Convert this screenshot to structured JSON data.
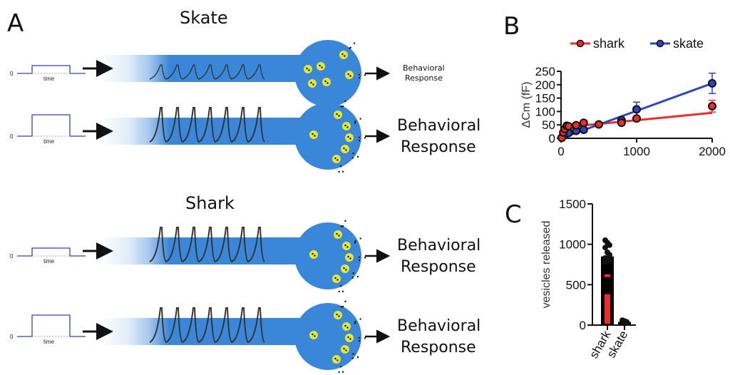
{
  "panel_a": {
    "letter": "A",
    "skate_title": "Skate",
    "shark_title": "Shark",
    "stimulus_zero_label": "0",
    "stimulus_time_label": "time",
    "rows": [
      {
        "species": "skate",
        "stimulus": "low",
        "spikes": 7,
        "spike_size": "small",
        "vesicles_released": 2,
        "response_line1": "Behavioral",
        "response_line2": "Response",
        "response_size": "small"
      },
      {
        "species": "skate",
        "stimulus": "high",
        "spikes": 7,
        "spike_size": "large",
        "vesicles_released": 5,
        "response_line1": "Behavioral",
        "response_line2": "Response",
        "response_size": "large"
      },
      {
        "species": "shark",
        "stimulus": "low",
        "spikes": 7,
        "spike_size": "large",
        "vesicles_released": 5,
        "response_line1": "Behavioral",
        "response_line2": "Response",
        "response_size": "large"
      },
      {
        "species": "shark",
        "stimulus": "high",
        "spikes": 7,
        "spike_size": "large",
        "vesicles_released": 5,
        "response_line1": "Behavioral",
        "response_line2": "Response",
        "response_size": "large"
      }
    ],
    "colors": {
      "axon": "#3a86d8",
      "vesicle": "#e3e63a",
      "stimulus": "#3344aa",
      "spike": "#333333"
    }
  },
  "chart_data": [
    {
      "panel": "B",
      "type": "scatter",
      "title": "",
      "xlabel": "",
      "ylabel": "ΔCm (fF)",
      "xlim": [
        0,
        2000
      ],
      "ylim": [
        0,
        250
      ],
      "xticks": [
        0,
        1000,
        2000
      ],
      "yticks": [
        0,
        50,
        100,
        150,
        200,
        250
      ],
      "legend_position": "top",
      "series": [
        {
          "name": "shark",
          "color": "#e8302a",
          "x": [
            10,
            30,
            50,
            75,
            100,
            200,
            300,
            500,
            800,
            1000,
            2000
          ],
          "y": [
            2,
            22,
            35,
            47,
            45,
            49,
            58,
            52,
            58,
            74,
            120
          ],
          "err": [
            0,
            0,
            0,
            0,
            0,
            0,
            0,
            0,
            0,
            0,
            22
          ],
          "fit": [
            [
              0,
              40
            ],
            [
              2000,
              95
            ]
          ]
        },
        {
          "name": "skate",
          "color": "#2f45c0",
          "x": [
            10,
            50,
            100,
            200,
            300,
            800,
            1000,
            2000
          ],
          "y": [
            3,
            12,
            20,
            28,
            32,
            68,
            108,
            205
          ],
          "err": [
            0,
            0,
            0,
            0,
            0,
            0,
            27,
            38
          ],
          "fit": [
            [
              0,
              0
            ],
            [
              2000,
              205
            ]
          ]
        }
      ]
    },
    {
      "panel": "C",
      "type": "bar",
      "title": "",
      "xlabel": "",
      "ylabel": "vesicles released",
      "ylim": [
        0,
        1500
      ],
      "yticks": [
        0,
        500,
        1000,
        1500
      ],
      "categories": [
        "shark",
        "skate"
      ],
      "values": [
        850,
        40
      ],
      "points": [
        [
          1050,
          1020,
          990,
          960,
          900,
          870,
          830,
          820,
          800,
          780
        ],
        [
          60,
          50,
          40,
          30,
          20
        ]
      ],
      "bar_color": "#000000",
      "point_color": "#e8302a"
    }
  ]
}
